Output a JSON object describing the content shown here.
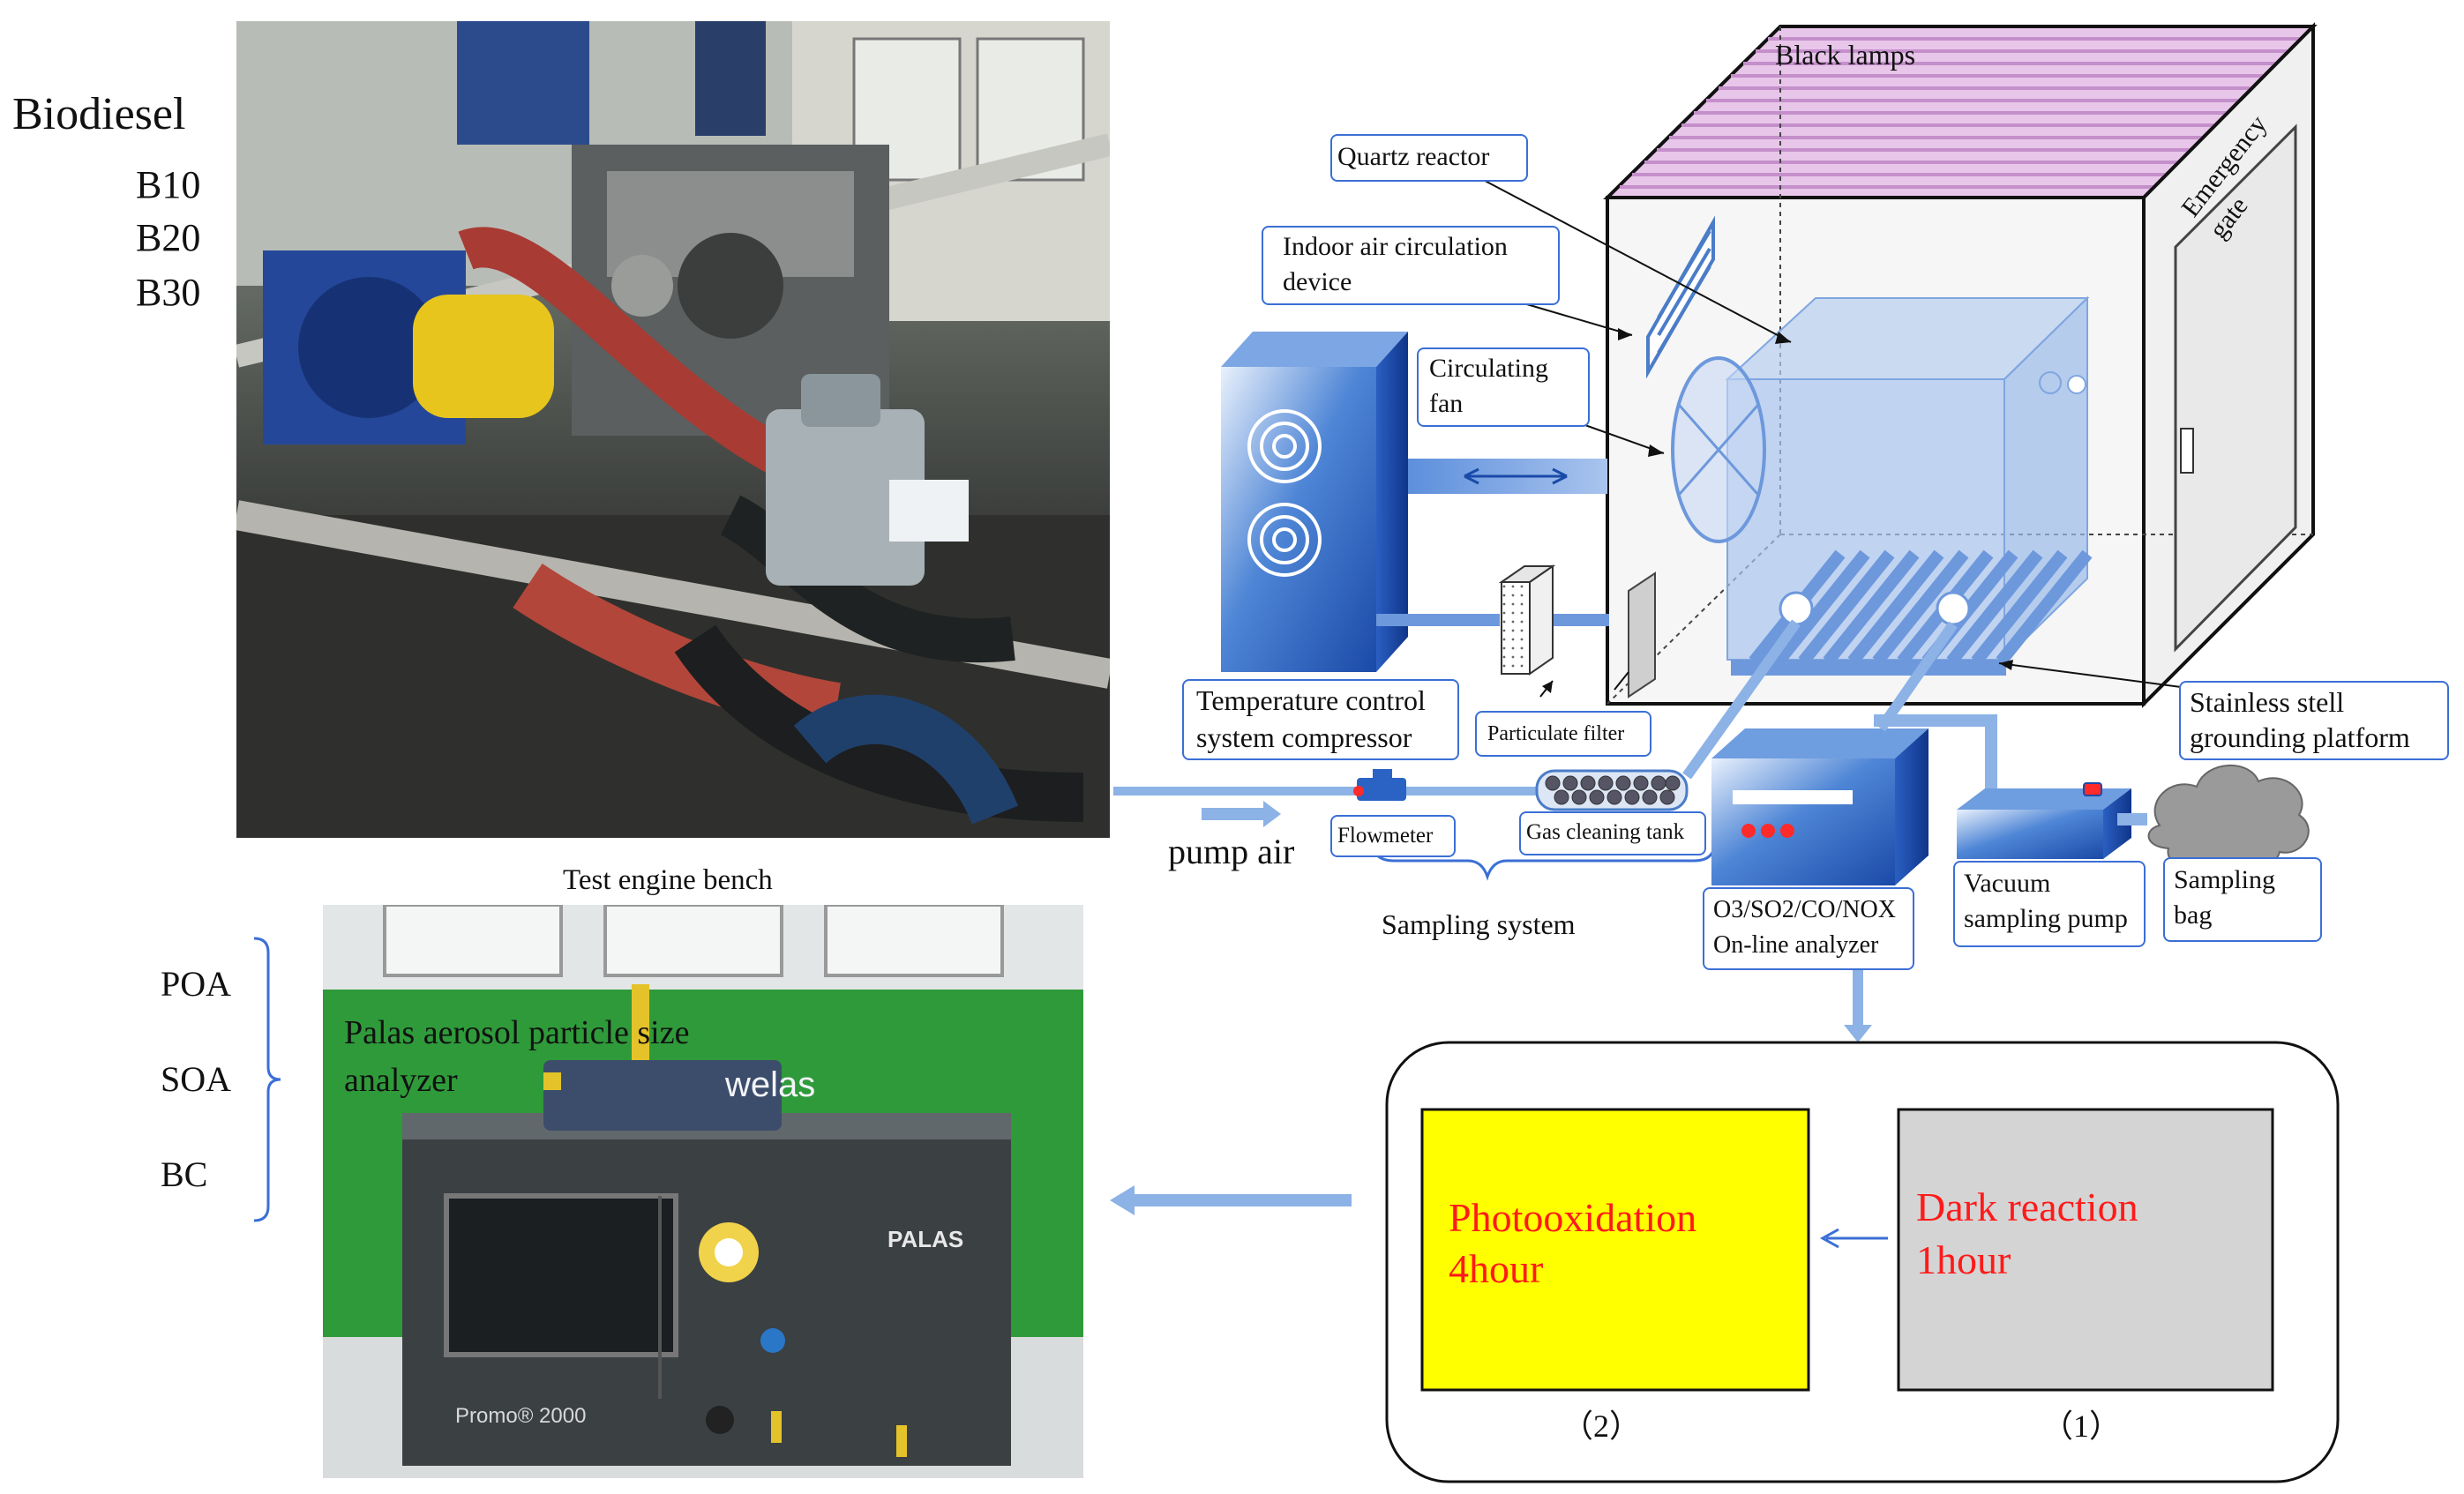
{
  "left_panel": {
    "fuel_title": "Biodiesel",
    "blends": [
      "B10",
      "B20",
      "B30"
    ],
    "engine_caption": "Test engine bench",
    "pollutants": [
      "POA",
      "SOA",
      "BC"
    ],
    "analyzer_photo_caption": "Palas aerosol particle size analyzer",
    "analyzer_brand_text": "welas",
    "analyzer_front_brand": "PALAS",
    "analyzer_model": "Promo® 2000"
  },
  "chamber": {
    "black_lamps": "Black lamps",
    "quartz_reactor": "Quartz reactor",
    "indoor_air_line1": "Indoor air circulation",
    "indoor_air_line2": "device",
    "circulating_fan_line1": "Circulating",
    "circulating_fan_line2": "fan",
    "emergency_gate": "Emergency gate",
    "temp_control_line1": "Temperature control",
    "temp_control_line2": "system compressor",
    "particulate_filter": "Particulate filter",
    "grounding_line1": "Stainless stell",
    "grounding_line2": "grounding platform"
  },
  "sampling": {
    "pump_air": "pump air",
    "flowmeter": "Flowmeter",
    "gas_cleaning_tank": "Gas cleaning tank",
    "sampling_system": "Sampling system",
    "analyzer_line1": "O3/SO2/CO/NOX",
    "analyzer_line2": "On-line analyzer",
    "vacuum_line1": "Vacuum",
    "vacuum_line2": "sampling pump",
    "bag_line1": "Sampling",
    "bag_line2": "bag"
  },
  "process": {
    "step2_line1": "Photooxidation",
    "step2_line2": "4hour",
    "step2_label": "（2）",
    "step1_line1": "Dark reaction",
    "step1_line2": "1hour",
    "step1_label": "（1）"
  },
  "colors": {
    "accent_blue": "#3b6fd6",
    "pipe_blue": "#8cb2e6",
    "photo_yellow": "#ffff00",
    "dark_gray": "#d4d4d4",
    "reaction_red": "#ff1a1a",
    "lamp_pink": "#d9a8d9",
    "device_blue": "#2a63c4"
  }
}
